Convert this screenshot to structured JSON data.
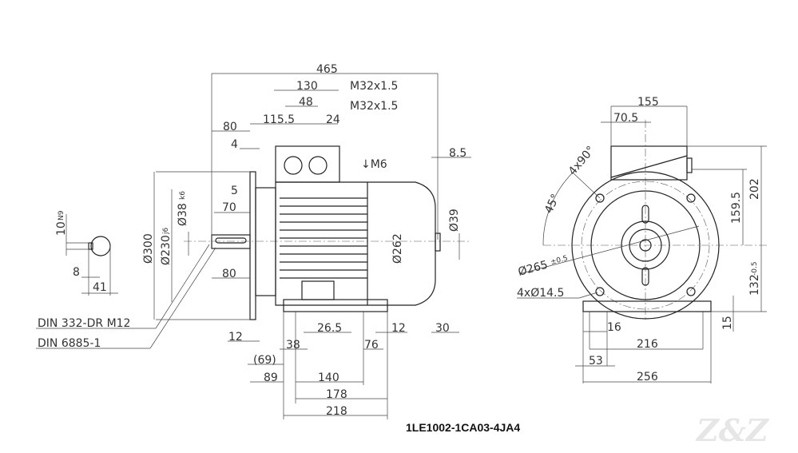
{
  "title": "1LE1002-1CA03-4JA4",
  "watermark": "Z&Z",
  "side_view": {
    "overall_length": "465",
    "terminal_box_width": "130",
    "entry_spacing": "48",
    "box_offset": "115.5",
    "entry_offset": "24",
    "cable_entry_1": "M32x1.5",
    "cable_entry_2": "M32x1.5",
    "flange_to_box": "80",
    "flange_thickness": "4",
    "rear_offset": "8.5",
    "earth_thread": "↓M6",
    "spigot_depth": "5",
    "shaft_diameter": "Ø38",
    "shaft_tol": "k6",
    "key_length": "70",
    "rear_diameter": "Ø39",
    "flange_diameter": "Ø300",
    "spigot_diameter": "Ø230",
    "spigot_tol": "j6",
    "body_diameter": "Ø262",
    "shaft_length": "80",
    "center_hole": "DIN 332-DR M12",
    "key_std": "DIN 6885-1",
    "flange_width": "12",
    "foot_slot": "26.5",
    "foot_width": "12",
    "rear_clear": "30",
    "foot_38": "38",
    "foot_76": "76",
    "dim_69": "(69)",
    "dim_89": "89",
    "dim_140": "140",
    "dim_178": "178",
    "dim_218": "218"
  },
  "key_section": {
    "key_width": "10",
    "key_tol": "N9",
    "key_height": "8",
    "shaft_height": "41"
  },
  "end_view": {
    "box_width": "155",
    "box_offset": "70.5",
    "hole_pattern": "4x90°",
    "angle": "45°",
    "box_height_above_axis": "159.5",
    "total_height_above_axis": "202",
    "pcd": "Ø265",
    "pcd_tol": "±0.5",
    "holes": "4xØ14.5",
    "shaft_height": "132",
    "shaft_height_tol": "-0.5",
    "foot_thickness": "15",
    "foot_hole": "16",
    "foot_spacing": "216",
    "foot_edge": "53",
    "foot_total": "256"
  }
}
